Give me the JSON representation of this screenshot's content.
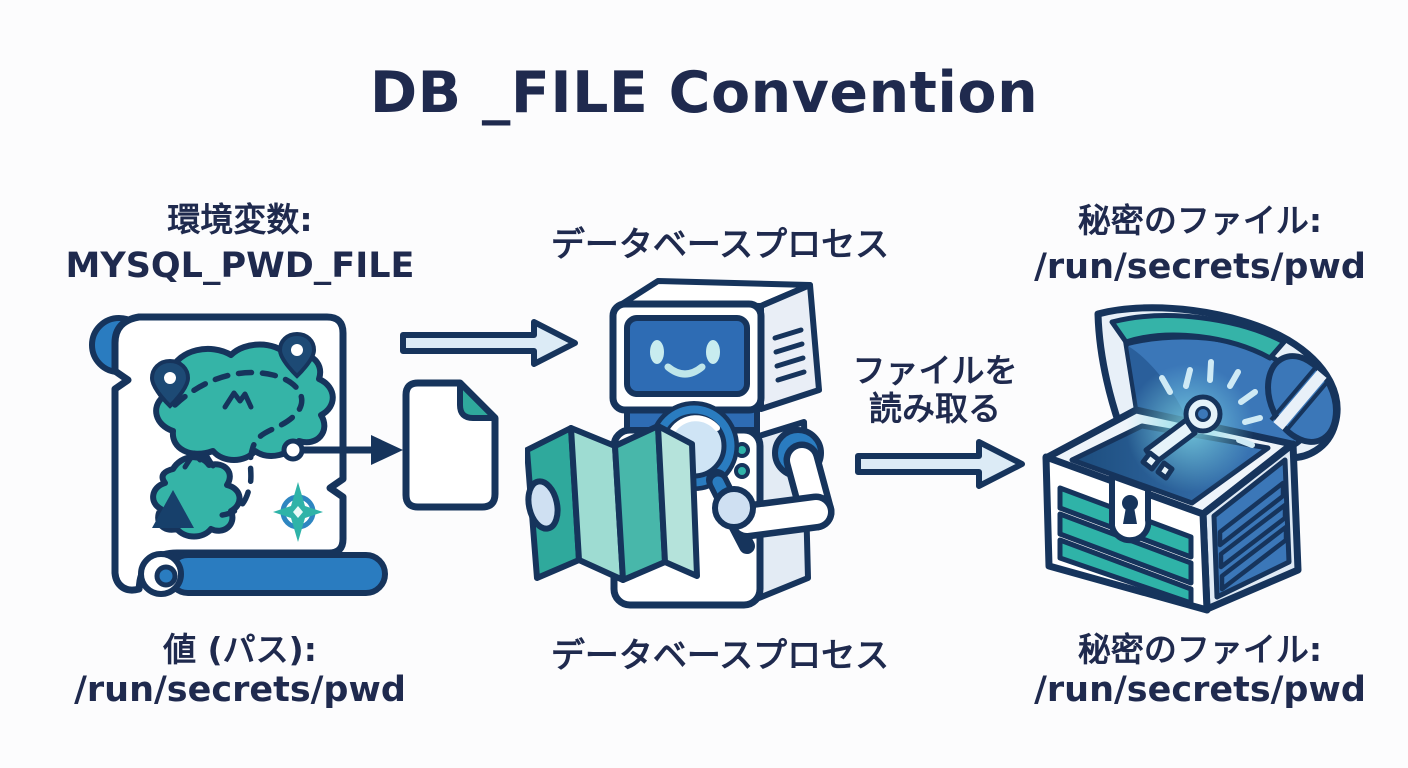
{
  "title": "DB _FILE Convention",
  "nodes": {
    "env_var": {
      "top": [
        "環境変数:",
        "MYSQL_PWD_FILE"
      ],
      "bottom": [
        "値 (パス):",
        "/run/secrets/pwd"
      ]
    },
    "db_process": {
      "top": "データベースプロセス",
      "bottom": "データベースプロセス"
    },
    "secret_file": {
      "top": [
        "秘密のファイル:",
        "/run/secrets/pwd"
      ],
      "bottom": [
        "秘密のファイル:",
        "/run/secrets/pwd"
      ]
    }
  },
  "edges": {
    "read_file": [
      "ファイルを",
      "読み取る"
    ]
  },
  "icons": {
    "left": "treasure-map-scroll-icon",
    "middle": "robot-with-magnifier-icon",
    "right": "treasure-chest-with-key-icon",
    "between_left": "document-file-icon"
  },
  "colors": {
    "text_navy": "#1f2a4e",
    "outline_navy": "#16345c",
    "teal": "#2fb3a8",
    "map_teal": "#35b4a7",
    "blue": "#2a7cc0",
    "screen_blue": "#2e6cb4",
    "lid_blue": "#3b77b8",
    "arrow_fill": "#dcebf6",
    "pale_cyan": "#c8ecef",
    "background": "#fcfcfd"
  }
}
